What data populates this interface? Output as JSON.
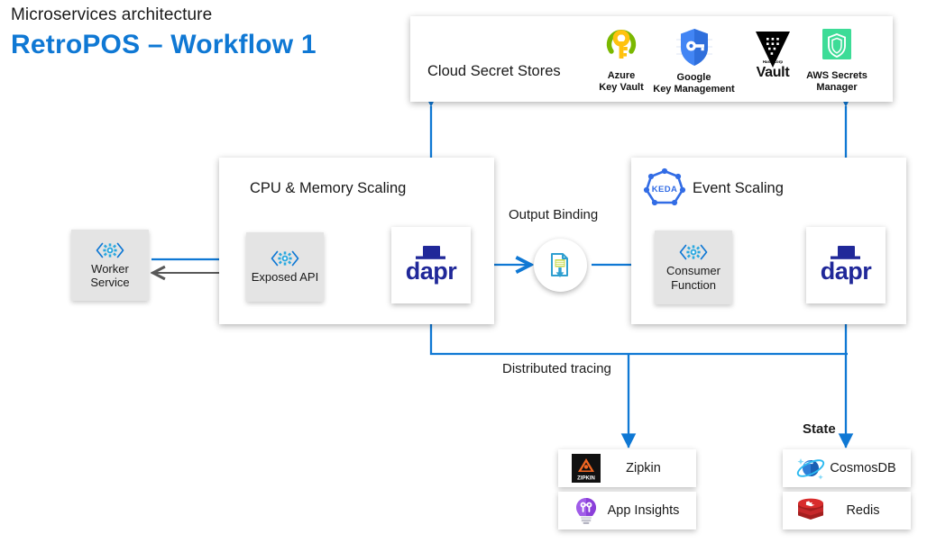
{
  "header": {
    "subtitle": "Microservices architecture",
    "title": "RetroPOS – Workflow 1",
    "accent_color": "#0f78d4"
  },
  "colors": {
    "arrow_blue": "#0f78d4",
    "arrow_gray": "#595959",
    "node_gray": "#e4e4e4",
    "panel_white": "#ffffff",
    "dapr_navy": "#202899",
    "keda_blue": "#326ce5"
  },
  "panels": {
    "secret_stores": {
      "title": "Cloud Secret Stores",
      "logos": [
        {
          "icon": "azure-key-vault-icon",
          "caption": "Azure\nKey Vault"
        },
        {
          "icon": "google-key-management-icon",
          "caption": "Google\nKey Management"
        },
        {
          "icon": "hashicorp-vault-icon",
          "caption": "Vault"
        },
        {
          "icon": "aws-secrets-manager-icon",
          "caption": "AWS Secrets\nManager"
        }
      ]
    },
    "cpu_scaling": {
      "title": "CPU & Memory Scaling",
      "node": {
        "icon": "microservice-icon",
        "label": "Exposed API"
      },
      "sidecar": {
        "icon": "dapr-logo",
        "label": "dapr"
      }
    },
    "event_scaling": {
      "title": "Event Scaling",
      "badge_icon": "keda-logo",
      "node": {
        "icon": "microservice-icon",
        "label": "Consumer\nFunction"
      },
      "sidecar": {
        "icon": "dapr-logo",
        "label": "dapr"
      }
    }
  },
  "nodes": {
    "worker_service": {
      "icon": "microservice-icon",
      "label": "Worker\nService"
    }
  },
  "labels": {
    "output_binding": "Output Binding",
    "distributed_tracing": "Distributed tracing",
    "state": "State"
  },
  "output_binding_icon": "output-binding-icon",
  "tracing_stores": [
    {
      "icon": "zipkin-icon",
      "name": "Zipkin"
    },
    {
      "icon": "app-insights-icon",
      "name": "App Insights"
    }
  ],
  "state_stores": [
    {
      "icon": "cosmosdb-icon",
      "name": "CosmosDB"
    },
    {
      "icon": "redis-icon",
      "name": "Redis"
    }
  ]
}
